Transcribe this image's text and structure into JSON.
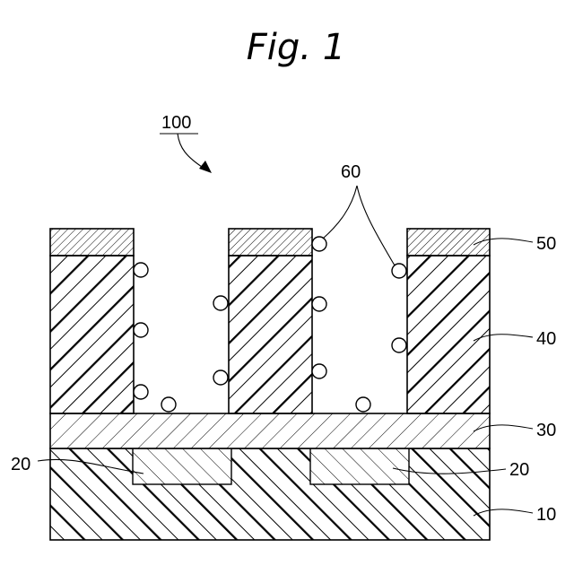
{
  "figure": {
    "title": "Fig. 1"
  },
  "labels": {
    "device": "100",
    "particles": "60",
    "top_caps": "50",
    "pillars": "40",
    "layer_30": "30",
    "inserts_left": "20",
    "inserts_right": "20",
    "substrate": "10"
  },
  "colors": {
    "line": "#000000",
    "particle_fill": "#ffffff"
  }
}
